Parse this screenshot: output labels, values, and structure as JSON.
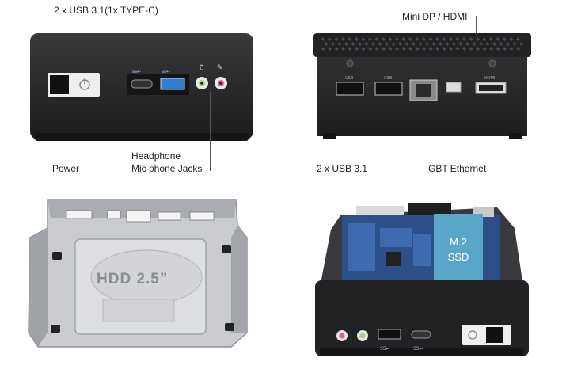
{
  "labels": {
    "usb31_typec": "2 x USB 3.1(1x TYPE-C)",
    "mini_dp_hdmi": "Mini DP / HDMI",
    "power": "Power",
    "headphone": "Headphone",
    "mic_jacks": "Mic phone Jacks",
    "usb31_rear": "2 x USB 3.1",
    "gbt_ethernet": "GBT Ethernet",
    "hdd": "HDD 2.5”",
    "m2_line1": "M.2",
    "m2_line2": "SSD",
    "port_usb_a": "USB",
    "port_usb_b": "USB",
    "port_hdmi": "HDMI",
    "usb_logo_ss": "SS←",
    "usb_logo_ss2": "SS←"
  },
  "colors": {
    "chassis": "#2b2b2d",
    "chassis_dark": "#1a1a1c",
    "usb_blue": "#2f7fd6",
    "mic_pink": "#e0609a",
    "headphone_green": "#9fd48a",
    "ssd_blue": "#5aa6c8",
    "board_blue": "#2d4f8a",
    "steel": "#b9bcc0",
    "hdd_gray": "#c8cacd"
  }
}
